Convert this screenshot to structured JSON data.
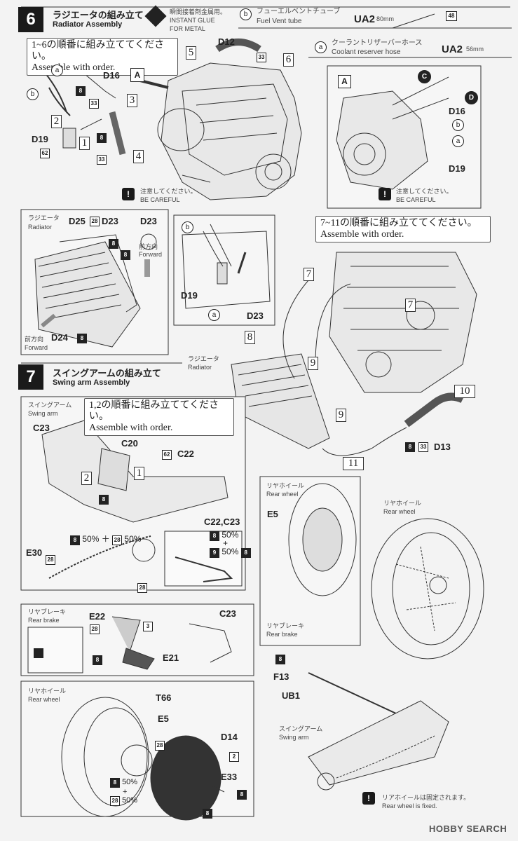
{
  "step6": {
    "number": "6",
    "title_jp": "ラジエータの組み立て",
    "title_en": "Radiator Assembly",
    "glue_jp": "瞬間接着剤金属用。",
    "glue_en1": "INSTANT GLUE",
    "glue_en2": "FOR METAL",
    "vent_letter": "b",
    "vent_jp": "フューエルベントチューブ",
    "vent_en": "Fuel Vent tube",
    "vent_part": "UA2",
    "vent_len": "80mm",
    "vent_num": "48",
    "hose_letter": "a",
    "hose_jp": "クーラントリザーバーホース",
    "hose_en": "Coolant reserver hose",
    "hose_part": "UA2",
    "hose_len": "56mm",
    "order_jp": "1~6の順番に組み立ててください。",
    "order_en": "Assemble with order.",
    "careful_jp": "注意してください。",
    "careful_en": "BE CAREFUL",
    "careful2_jp": "注意してください。",
    "careful2_en": "BE CAREFUL",
    "labels": {
      "D12": "D12",
      "D16": "D16",
      "D19": "D19",
      "A": "A",
      "A2": "A",
      "D16b": "D16",
      "D19b": "D19",
      "C": "C",
      "D": "D",
      "a": "a",
      "b": "b",
      "a2": "a",
      "b2": "b"
    },
    "nums": {
      "n1": "1",
      "n2": "2",
      "n3": "3",
      "n4": "4",
      "n5": "5",
      "n6": "6"
    },
    "tags": {
      "t8a": "8",
      "t33a": "33",
      "t8b": "8",
      "t33b": "33",
      "t62": "62",
      "t33c": "33"
    }
  },
  "radiator_detail": {
    "jp": "ラジエータ",
    "en": "Radiator",
    "D25": "D25",
    "t28": "28",
    "D23": "D23",
    "D23b": "D23",
    "t8a": "8",
    "t8b": "8",
    "fwd_jp": "前方向",
    "fwd_en": "Forward",
    "fwd2_jp": "前方向",
    "fwd2_en": "Forward",
    "D24": "D24",
    "t8c": "8"
  },
  "vent_detail": {
    "b": "b",
    "D19": "D19",
    "a": "a",
    "D23": "D23"
  },
  "step6b": {
    "order_jp": "7~11の順番に組み立ててください。",
    "order_en": "Assemble with order.",
    "n7a": "7",
    "n7b": "7",
    "n8": "8",
    "n9a": "9",
    "n9b": "9",
    "n10": "10",
    "n11": "11",
    "rad_jp": "ラジエータ",
    "rad_en": "Radiator",
    "t8": "8",
    "t33": "33",
    "D13": "D13"
  },
  "step7": {
    "number": "7",
    "title_jp": "スイングアームの組み立て",
    "title_en": "Swing arm Assembly",
    "sa_jp": "スイングアーム",
    "sa_en": "Swing arm",
    "order_jp": "1,2の順番に組み立ててください。",
    "order_en": "Assemble with order.",
    "C23": "C23",
    "C20": "C20",
    "C22": "C22",
    "t62": "62",
    "n1": "1",
    "n2": "2",
    "t8": "8",
    "E30": "E30",
    "t28a": "28",
    "mix_a": "50%",
    "plus": "＋",
    "mix_b": "50%",
    "t8m": "8",
    "t28m": "28",
    "t28b": "28",
    "c2223": "C22,C23",
    "d_t8": "8",
    "d_50a": "50%",
    "d_plus": "+",
    "d_t9": "9",
    "d_50b": "50%",
    "d_t8b": "8"
  },
  "rear_brake": {
    "jp": "リヤブレーキ",
    "en": "Rear brake",
    "E22": "E22",
    "t28": "28",
    "t3": "3",
    "t8": "8",
    "E21": "E21",
    "C23": "C23"
  },
  "rear_wheel": {
    "jp": "リヤホイール",
    "en": "Rear wheel",
    "T66": "T66",
    "E5": "E5",
    "t28": "28",
    "D14": "D14",
    "t2": "2",
    "E33": "E33",
    "t8a": "8",
    "t8b": "8",
    "t8c": "8",
    "t28b": "28",
    "p50a": "50%",
    "plus": "+",
    "p50b": "50%"
  },
  "right_col": {
    "rw_jp": "リヤホイール",
    "rw_en": "Rear wheel",
    "E5": "E5",
    "rb_jp": "リヤブレーキ",
    "rb_en": "Rear brake",
    "rw2_jp": "リヤホイール",
    "rw2_en": "Rear wheel",
    "t8": "8",
    "F13": "F13",
    "UB1": "UB1",
    "sa_jp": "スイングアーム",
    "sa_en": "Swing arm",
    "fixed_jp": "リアホイールは固定されます。",
    "fixed_en": "Rear wheel is fixed."
  },
  "watermark": "HOBBY SEARCH"
}
